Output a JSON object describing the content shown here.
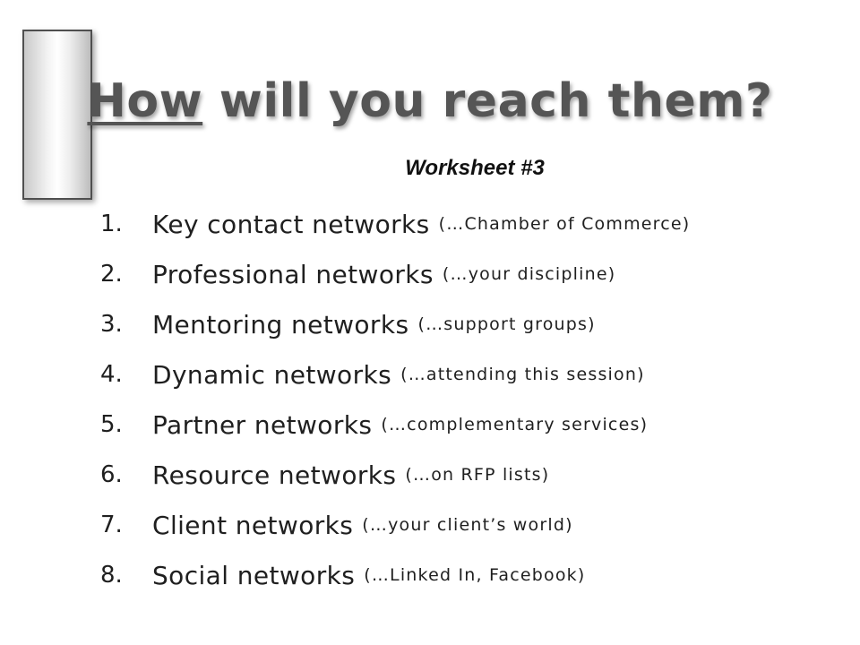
{
  "slide": {
    "title_how": "How",
    "title_rest": " will you reach them?",
    "subtitle": "Worksheet #3",
    "items": [
      {
        "num": "1.",
        "label": "Key contact networks",
        "note": "(…Chamber of Commerce)"
      },
      {
        "num": "2.",
        "label": "Professional networks",
        "note": "(…your discipline)"
      },
      {
        "num": "3.",
        "label": "Mentoring networks",
        "note": "(…support groups)"
      },
      {
        "num": "4.",
        "label": "Dynamic networks",
        "note": "(…attending this session)"
      },
      {
        "num": "5.",
        "label": "Partner networks",
        "note": "(…complementary services)"
      },
      {
        "num": "6.",
        "label": "Resource networks",
        "note": "(…on RFP lists)"
      },
      {
        "num": "7.",
        "label": "Client networks",
        "note": "(…your client’s world)"
      },
      {
        "num": "8.",
        "label": "Social networks",
        "note": "(…Linked In, Facebook)"
      }
    ]
  }
}
